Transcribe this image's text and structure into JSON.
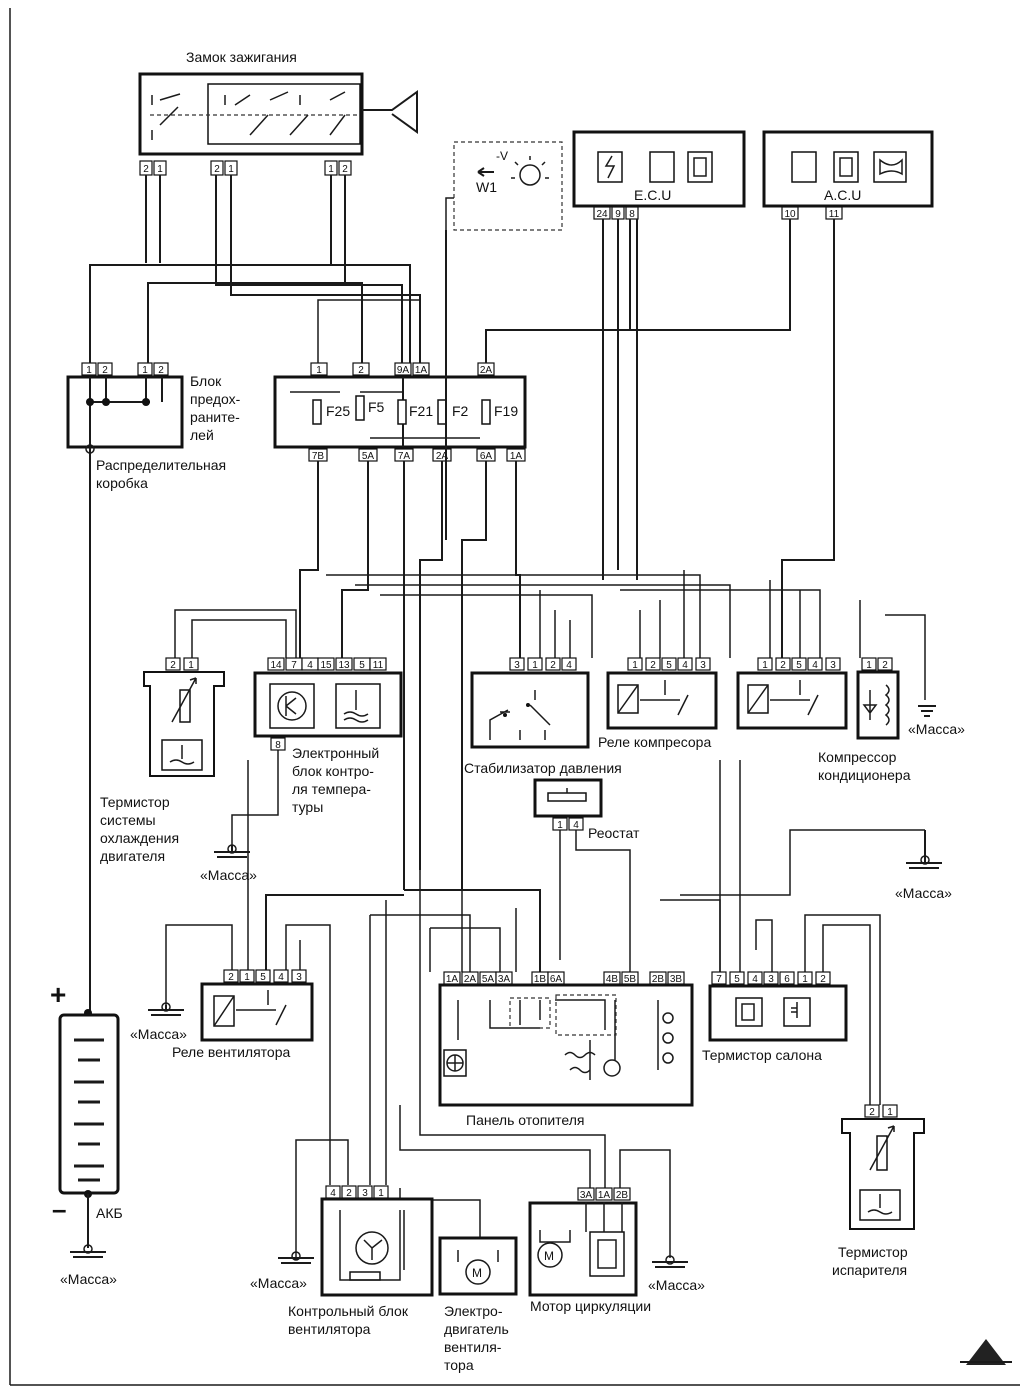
{
  "labels": {
    "ignition": "Замок зажигания",
    "fuse_block_1": "Блок",
    "fuse_block_2": "предох-",
    "fuse_block_3": "раните-",
    "fuse_block_4": "лей",
    "dist_box_1": "Распределительная",
    "dist_box_2": "коробка",
    "ecu": "E.C.U",
    "acu": "A.C.U",
    "w1": "W1",
    "v_minus": "-V",
    "f25": "F25",
    "f5": "F5",
    "f21": "F21",
    "f2": "F2",
    "f19": "F19",
    "etcu_1": "Электронный",
    "etcu_2": "блок контро-",
    "etcu_3": "ля темпера-",
    "etcu_4": "туры",
    "thermistor_cool_1": "Термистор",
    "thermistor_cool_2": "системы",
    "thermistor_cool_3": "охлаждения",
    "thermistor_cool_4": "двигателя",
    "pressure_stab": "Стабилизатор давления",
    "comp_relay": "Реле компресора",
    "compressor_1": "Компрессор",
    "compressor_2": "кондиционера",
    "mass": "«Масса»",
    "rheostat": "Реостат",
    "fan_relay": "Реле вентилятора",
    "heater_panel": "Панель отопителя",
    "cabin_thermistor": "Термистор салона",
    "evap_thermistor_1": "Термистор",
    "evap_thermistor_2": "испарителя",
    "akb": "АКБ",
    "plus": "+",
    "minus": "–",
    "fan_ctrl_1": "Контрольный блок",
    "fan_ctrl_2": "вентилятора",
    "fan_motor_1": "Электро-",
    "fan_motor_2": "двигатель",
    "fan_motor_3": "вентиля-",
    "fan_motor_4": "тора",
    "circ_motor": "Мотор циркуляции",
    "motor_m": "M"
  },
  "pins": {
    "ign_a": [
      "2",
      "1"
    ],
    "ign_b": [
      "2",
      "1"
    ],
    "ign_c": [
      "1",
      "2"
    ],
    "ecu": [
      "24",
      "9",
      "8"
    ],
    "acu": [
      "10",
      "11"
    ],
    "fuse_left": [
      "1",
      "2",
      "1",
      "2"
    ],
    "fuse_top": [
      "1",
      "2",
      "9A",
      "1A",
      "2A"
    ],
    "fuse_bot": [
      "7B",
      "5A",
      "7A",
      "2A",
      "6A",
      "1A"
    ],
    "therm_cool": [
      "2",
      "1"
    ],
    "etcu": [
      "14",
      "7",
      "4",
      "15",
      "13",
      "5",
      "11"
    ],
    "etcu_bot": [
      "8"
    ],
    "stab": [
      "3",
      "1",
      "2",
      "4"
    ],
    "crelay": [
      "1",
      "2",
      "5",
      "4",
      "3"
    ],
    "crelay2": [
      "1",
      "2",
      "5",
      "4",
      "3"
    ],
    "compressor": [
      "1",
      "2"
    ],
    "rheostat": [
      "1",
      "4"
    ],
    "frelay": [
      "2",
      "1",
      "5",
      "4",
      "3"
    ],
    "heater": [
      "1A",
      "2A",
      "5A",
      "3A",
      "1B",
      "6A",
      "4B",
      "5B",
      "2B",
      "3B"
    ],
    "cabin": [
      "7",
      "5",
      "4",
      "3",
      "6",
      "1",
      "2"
    ],
    "evap": [
      "2",
      "1"
    ],
    "fanctrl": [
      "4",
      "2",
      "3",
      "1"
    ],
    "circ": [
      "3A",
      "1A",
      "2B"
    ]
  }
}
